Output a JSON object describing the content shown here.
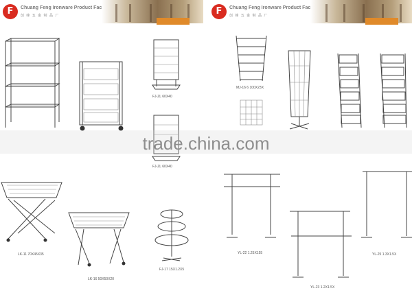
{
  "headers": [
    {
      "company": "Chuang Feng Ironware Product Factory",
      "subline": "创 峰 五 金 制 品 厂"
    },
    {
      "company": "Chuang Feng Ironware Product Factory",
      "subline": "创 峰 五 金 制 品 厂"
    }
  ],
  "watermark": "trade.china.com",
  "product_codes": {
    "panel_left_hook_a": "FJ-ZL 60X40",
    "panel_left_hook_b": "FJ-ZL 60X40",
    "basket_stand_a": "LK-11 70X45X35",
    "basket_stand_b": "LK-16 50X50X20",
    "tier_basket": "FJ-17 15X1.2X5",
    "magazine_rack": "MJ-16 6 100X23X",
    "rail_a": "YL-22 1.25X155",
    "rail_b": "YL-23 1.2X1.5X",
    "rail_c": "YL-25 1.3X1.5X"
  }
}
